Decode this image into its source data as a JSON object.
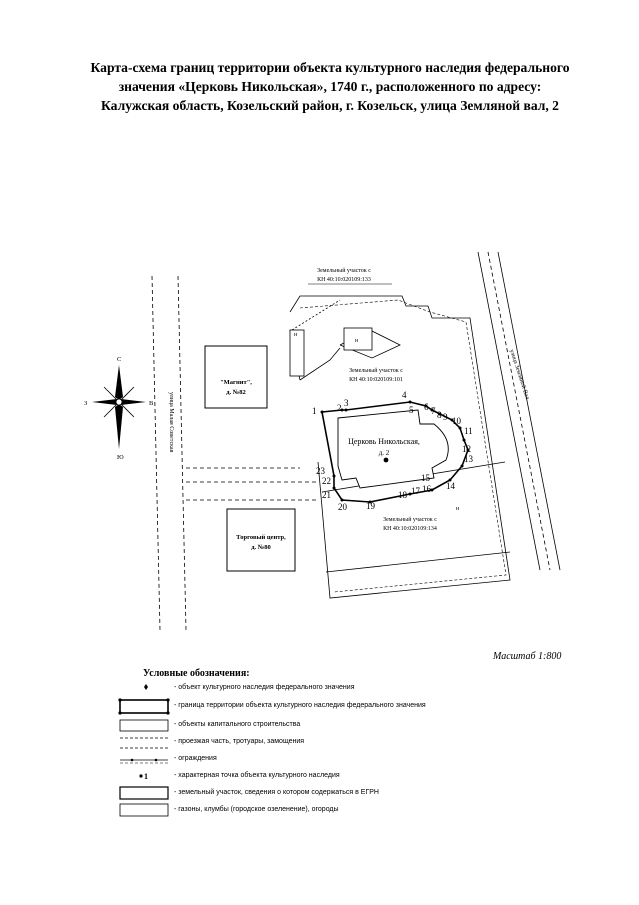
{
  "title": {
    "line1": "Карта-схема границ территории объекта культурного наследия  федерального",
    "line2": "значения «Церковь Никольская», 1740 г., расположенного по адресу:",
    "line3": "Калужская область, Козельский район, г. Козельск,  улица Земляной вал, 2"
  },
  "compass": {
    "north": "С",
    "south": "Ю",
    "east": "В",
    "west": "З"
  },
  "map": {
    "parcel_top": {
      "line1": "Земельный участок с",
      "line2": "КН 40:10:020109:133"
    },
    "parcel_mid": {
      "line1": "Земельный участок с",
      "line2": "КН 40:10:020109:101"
    },
    "parcel_bottom": {
      "line1": "Земельный участок с",
      "line2": "КН 40:10:020109:134"
    },
    "church": {
      "line1": "Церковь Никольская,",
      "line2": "д. 2"
    },
    "magnit": {
      "line1": "\"Магнит\",",
      "line2": "д. №82"
    },
    "mall": {
      "line1": "Торговый центр,",
      "line2": "д. №80"
    },
    "street_left": "улица Малая Советская",
    "street_right": "улица Земляной Вал",
    "house_mark": "н",
    "points": [
      "1",
      "2",
      "3",
      "4",
      "5",
      "6",
      "7",
      "8",
      "9",
      "10",
      "11",
      "12",
      "13",
      "14",
      "15",
      "16",
      "17",
      "18",
      "19",
      "20",
      "21",
      "22",
      "23"
    ]
  },
  "scale": "Масштаб 1:800",
  "legend": {
    "title": "Условные обозначения:",
    "items": [
      "- объект культурного наследия федерального значения",
      "- граница территории объекта культурного наследия федерального значения",
      "- объекты капитального строительства",
      "- проезжая часть, тротуары, замощения",
      "- ограждения",
      "- характерная точка объекта культурного наследия",
      "- земельный участок, сведения о котором содержаться в ЕГРН",
      "- газоны, клумбы (городское озеленение), огороды"
    ],
    "point_symbol": "1"
  }
}
